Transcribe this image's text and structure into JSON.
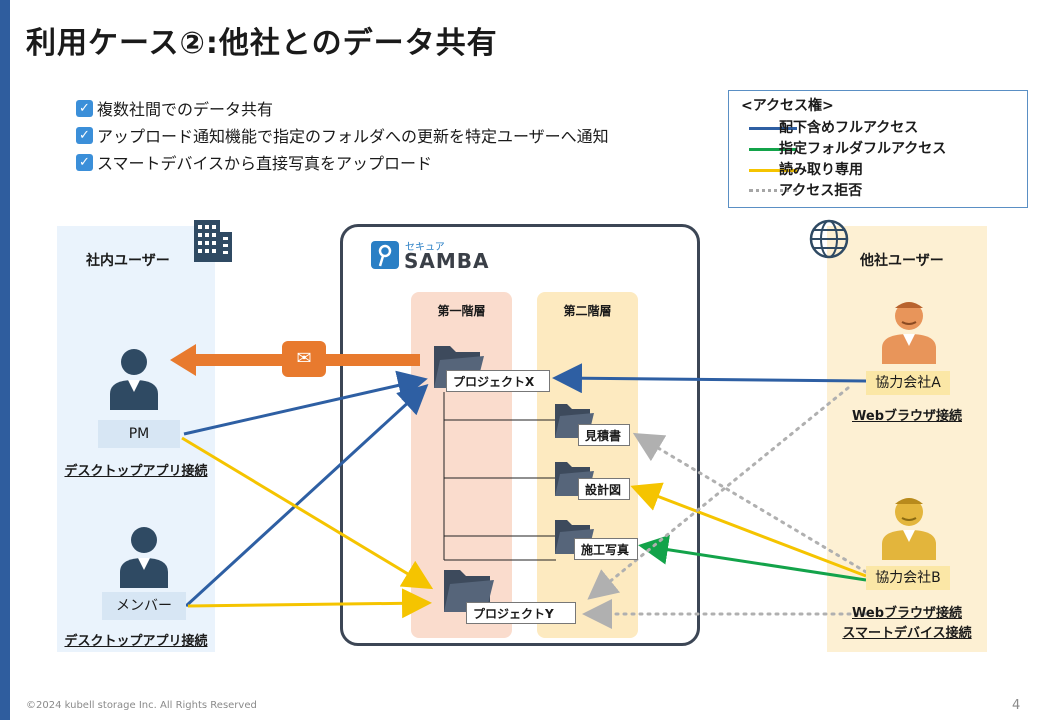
{
  "title": "利用ケース②:他社とのデータ共有",
  "bullets": [
    "複数社間でのデータ共有",
    "アップロード通知機能で指定のフォルダへの更新を特定ユーザーへ通知",
    "スマートデバイスから直接写真をアップロード"
  ],
  "legend": {
    "title": "<アクセス権>",
    "items": [
      {
        "label": "配下含めフルアクセス",
        "color": "#2e5fa3",
        "style": "solid"
      },
      {
        "label": "指定フォルダフルアクセス",
        "color": "#13a34a",
        "style": "solid"
      },
      {
        "label": "読み取り専用",
        "color": "#f5c400",
        "style": "solid"
      },
      {
        "label": "アクセス拒否",
        "color": "#a6a6a6",
        "style": "dotted"
      }
    ]
  },
  "internal": {
    "title": "社内ユーザー",
    "users": [
      {
        "name": "PM",
        "connection": "デスクトップアプリ接続"
      },
      {
        "name": "メンバー",
        "connection": "デスクトップアプリ接続"
      }
    ]
  },
  "external": {
    "title": "他社ユーザー",
    "users": [
      {
        "name": "協力会社A",
        "connection": "Webブラウザ接続"
      },
      {
        "name": "協力会社B",
        "connection": "Webブラウザ接続",
        "connection2": "スマートデバイス接続"
      }
    ]
  },
  "samba": {
    "brand_small": "セキュア",
    "brand": "SAMBA",
    "tier1": "第一階層",
    "tier2": "第二階層",
    "folders": {
      "project_x": "プロジェクトX",
      "project_y": "プロジェクトY",
      "estimate": "見積書",
      "design": "設計図",
      "photo": "施工写真"
    }
  },
  "footer": "©2024 kubell storage Inc. All Rights Reserved",
  "page_number": "4"
}
